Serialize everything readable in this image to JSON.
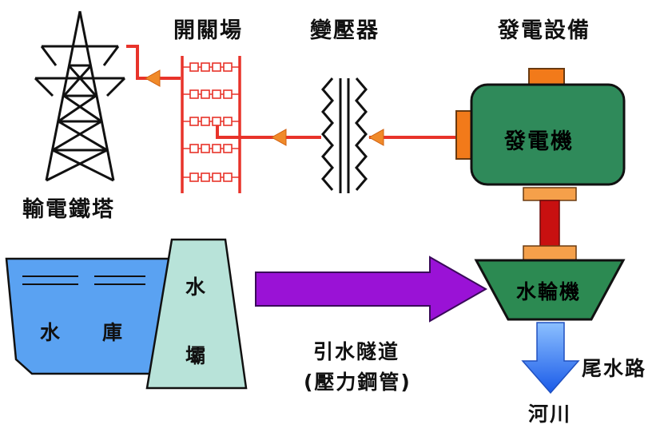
{
  "labels": {
    "switchyard": "開關場",
    "transformer": "變壓器",
    "generation_equipment": "發電設備",
    "transmission_tower": "輸電鐵塔",
    "generator": "發電機",
    "turbine": "水輪機",
    "reservoir_char1": "水",
    "reservoir_char2": "庫",
    "dam_char1": "水",
    "dam_char2": "壩",
    "tunnel_line1": "引水隧道",
    "tunnel_line2": "(壓力鋼管)",
    "tailrace": "尾水路",
    "river": "河川"
  },
  "icons": {
    "tower": "transmission-tower-icon",
    "switchyard": "switchyard-icon",
    "transformer": "transformer-icon"
  },
  "colors": {
    "power_line": "#e8332a",
    "arrow_head": "#f08a2a",
    "generator_fill": "#2f8a5a",
    "generator_orange": "#f27a1a",
    "shaft": "#c81010",
    "bearing": "#f5a04a",
    "turbine_fill": "#2c8a52",
    "reservoir_fill": "#5aa2f2",
    "dam_fill": "#b8e3d9",
    "tunnel_arrow": "#9a12d6",
    "tailrace_arrow": "#2f6ff0"
  }
}
